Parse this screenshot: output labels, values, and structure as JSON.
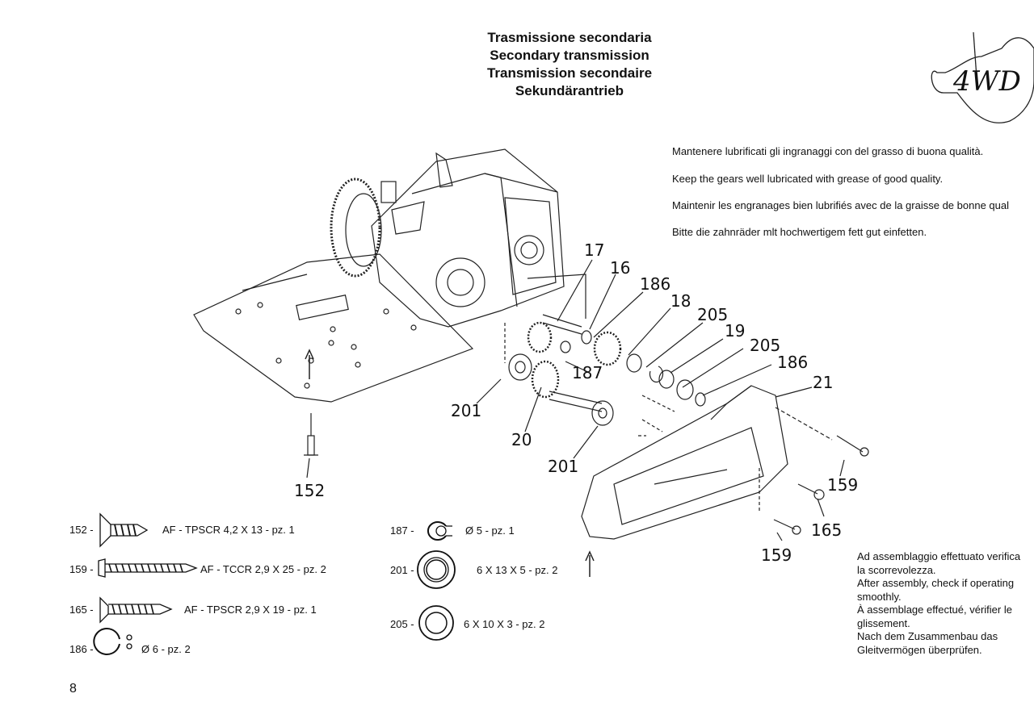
{
  "title": {
    "it": "Trasmissione secondaria",
    "en": "Secondary transmission",
    "fr": "Transmission secondaire",
    "de": "Sekundärantrieb"
  },
  "logo": {
    "text": "4WD"
  },
  "notes": [
    "Mantenere lubrificati gli ingranaggi con del grasso di buona qualità.",
    "Keep the gears well lubricated with grease of good quality.",
    "Maintenir les engranages bien lubrifiés avec de la graisse de bonne qual",
    "Bitte die zahnräder mlt hochwertigem fett gut einfetten."
  ],
  "assembly_note": [
    "Ad assemblaggio effettuato verifica",
    "la scorrevolezza.",
    "After assembly, check if operating",
    "smoothly.",
    "À assemblage effectué, vérifier le",
    "glissement.",
    "Nach dem Zusammenbau das",
    "Gleitvermögen überprüfen."
  ],
  "callouts": {
    "c17": "17",
    "c16": "16",
    "c186a": "186",
    "c18": "18",
    "c205a": "205",
    "c19": "19",
    "c205b": "205",
    "c186b": "186",
    "c21": "21",
    "c187": "187",
    "c201a": "201",
    "c20": "20",
    "c201b": "201",
    "c152": "152",
    "c159a": "159",
    "c165": "165",
    "c159b": "159"
  },
  "legend": {
    "p152": {
      "code": "152 -",
      "desc": "AF - TPSCR 4,2 X 13 - pz. 1"
    },
    "p159": {
      "code": "159 -",
      "desc": "AF - TCCR 2,9 X 25 - pz. 2"
    },
    "p165": {
      "code": "165 -",
      "desc": "AF - TPSCR  2,9 X 19 - pz. 1"
    },
    "p186": {
      "code": "186 -",
      "desc": "Ø 6 - pz. 2"
    },
    "p187": {
      "code": "187 -",
      "desc": "Ø 5 - pz. 1"
    },
    "p201": {
      "code": "201 -",
      "desc": "6 X 13 X 5 - pz. 2"
    },
    "p205": {
      "code": "205 -",
      "desc": "6 X 10 X 3 - pz. 2"
    }
  },
  "page_number": "8"
}
